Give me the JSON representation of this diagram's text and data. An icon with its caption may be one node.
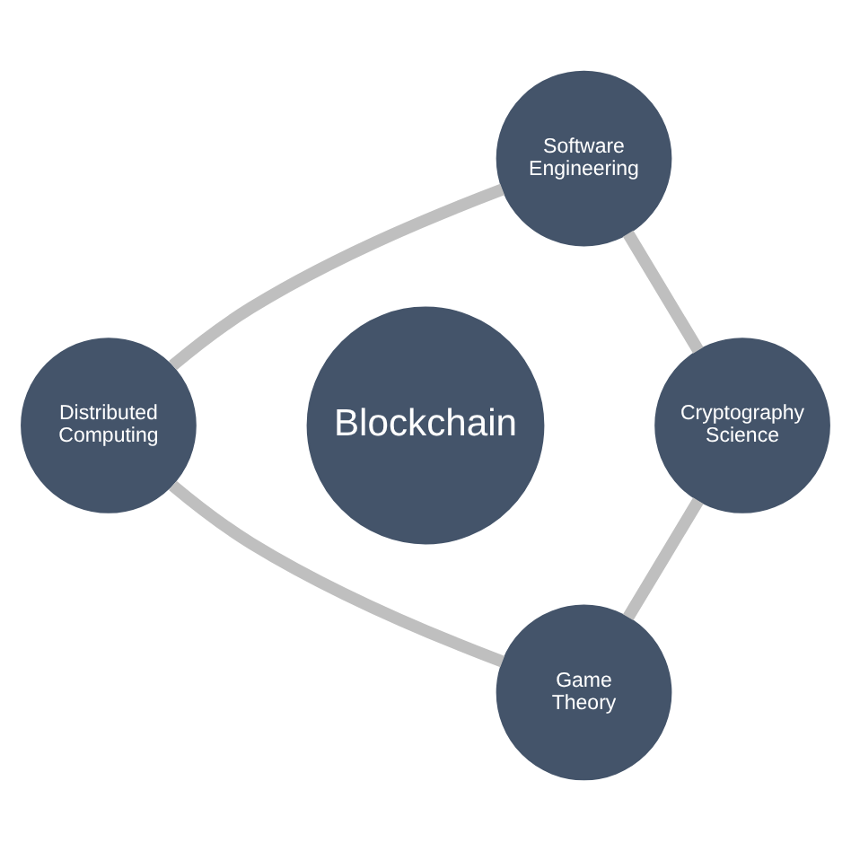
{
  "diagram": {
    "nodes": [
      {
        "text": [
          "Software Engineering"
        ]
      },
      {
        "text": [
          "Distributed Computing"
        ]
      },
      {
        "text": [
          "Blockchain"
        ]
      },
      {
        "text": [
          "Cryptography Science"
        ]
      },
      {
        "text": [
          "Game Theory"
        ]
      }
    ],
    "edges": [
      {
        "from": 0,
        "to": 3,
        "arrow": "none"
      },
      {
        "from": 3,
        "to": 4,
        "arrow": "none"
      },
      {
        "from": 4,
        "to": 1,
        "arrow": "none"
      },
      {
        "from": 1,
        "to": 0,
        "arrow": "none"
      }
    ]
  }
}
